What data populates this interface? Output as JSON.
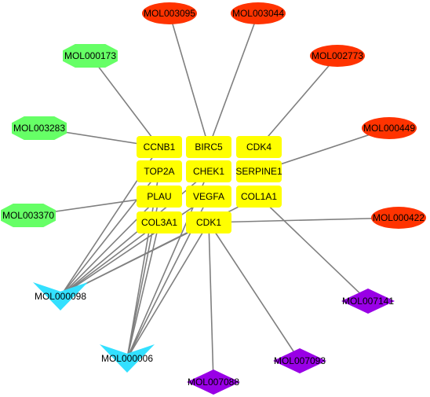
{
  "colors": {
    "target": "#ffff00",
    "red_compound": "#ff3300",
    "green_compound": "#66ff66",
    "cyan_compound": "#33e0ff",
    "purple_compound": "#9900e6",
    "edge": "#7f7f7f"
  },
  "nodes": [
    {
      "id": "CCNB1",
      "label": "CCNB1",
      "group": "target",
      "shape": "rect"
    },
    {
      "id": "BIRC5",
      "label": "BIRC5",
      "group": "target",
      "shape": "rect"
    },
    {
      "id": "CDK4",
      "label": "CDK4",
      "group": "target",
      "shape": "rect"
    },
    {
      "id": "TOP2A",
      "label": "TOP2A",
      "group": "target",
      "shape": "rect"
    },
    {
      "id": "CHEK1",
      "label": "CHEK1",
      "group": "target",
      "shape": "rect"
    },
    {
      "id": "SERPINE1",
      "label": "SERPINE1",
      "group": "target",
      "shape": "rect"
    },
    {
      "id": "PLAU",
      "label": "PLAU",
      "group": "target",
      "shape": "rect"
    },
    {
      "id": "VEGFA",
      "label": "VEGFA",
      "group": "target",
      "shape": "rect"
    },
    {
      "id": "COL1A1",
      "label": "COL1A1",
      "group": "target",
      "shape": "rect"
    },
    {
      "id": "COL3A1",
      "label": "COL3A1",
      "group": "target",
      "shape": "rect"
    },
    {
      "id": "CDK1",
      "label": "CDK1",
      "group": "target",
      "shape": "rect"
    },
    {
      "id": "MOL003095",
      "label": "MOL003095",
      "group": "red_compound",
      "shape": "ellipse"
    },
    {
      "id": "MOL003044",
      "label": "MOL003044",
      "group": "red_compound",
      "shape": "ellipse"
    },
    {
      "id": "MOL002773",
      "label": "MOL002773",
      "group": "red_compound",
      "shape": "ellipse"
    },
    {
      "id": "MOL000449",
      "label": "MOL000449",
      "group": "red_compound",
      "shape": "ellipse"
    },
    {
      "id": "MOL000422",
      "label": "MOL000422",
      "group": "red_compound",
      "shape": "ellipse"
    },
    {
      "id": "MOL000173",
      "label": "MOL000173",
      "group": "green_compound",
      "shape": "octagon"
    },
    {
      "id": "MOL003283",
      "label": "MOL003283",
      "group": "green_compound",
      "shape": "octagon"
    },
    {
      "id": "MOL003370",
      "label": "MOL003370",
      "group": "green_compound",
      "shape": "octagon"
    },
    {
      "id": "MOL000098",
      "label": "MOL000098",
      "group": "cyan_compound",
      "shape": "vee"
    },
    {
      "id": "MOL000006",
      "label": "MOL000006",
      "group": "cyan_compound",
      "shape": "vee"
    },
    {
      "id": "MOL007141",
      "label": "MOL007141",
      "group": "purple_compound",
      "shape": "diamond"
    },
    {
      "id": "MOL007093",
      "label": "MOL007093",
      "group": "purple_compound",
      "shape": "diamond"
    },
    {
      "id": "MOL007088",
      "label": "MOL007088",
      "group": "purple_compound",
      "shape": "diamond"
    }
  ],
  "edges": [
    [
      "MOL003095",
      "BIRC5"
    ],
    [
      "MOL003044",
      "BIRC5"
    ],
    [
      "MOL002773",
      "CDK4"
    ],
    [
      "MOL000449",
      "SERPINE1"
    ],
    [
      "MOL000422",
      "CDK1"
    ],
    [
      "MOL000173",
      "CCNB1"
    ],
    [
      "MOL003283",
      "CCNB1"
    ],
    [
      "MOL003370",
      "PLAU"
    ],
    [
      "MOL000098",
      "CCNB1"
    ],
    [
      "MOL000098",
      "TOP2A"
    ],
    [
      "MOL000098",
      "PLAU"
    ],
    [
      "MOL000098",
      "COL3A1"
    ],
    [
      "MOL000098",
      "VEGFA"
    ],
    [
      "MOL000098",
      "CDK1"
    ],
    [
      "MOL000098",
      "CHEK1"
    ],
    [
      "MOL000098",
      "COL1A1"
    ],
    [
      "MOL000006",
      "TOP2A"
    ],
    [
      "MOL000006",
      "PLAU"
    ],
    [
      "MOL000006",
      "COL3A1"
    ],
    [
      "MOL000006",
      "VEGFA"
    ],
    [
      "MOL000006",
      "CDK1"
    ],
    [
      "MOL000006",
      "CHEK1"
    ],
    [
      "MOL007141",
      "COL1A1"
    ],
    [
      "MOL007093",
      "CDK1"
    ],
    [
      "MOL007088",
      "CDK1"
    ]
  ]
}
